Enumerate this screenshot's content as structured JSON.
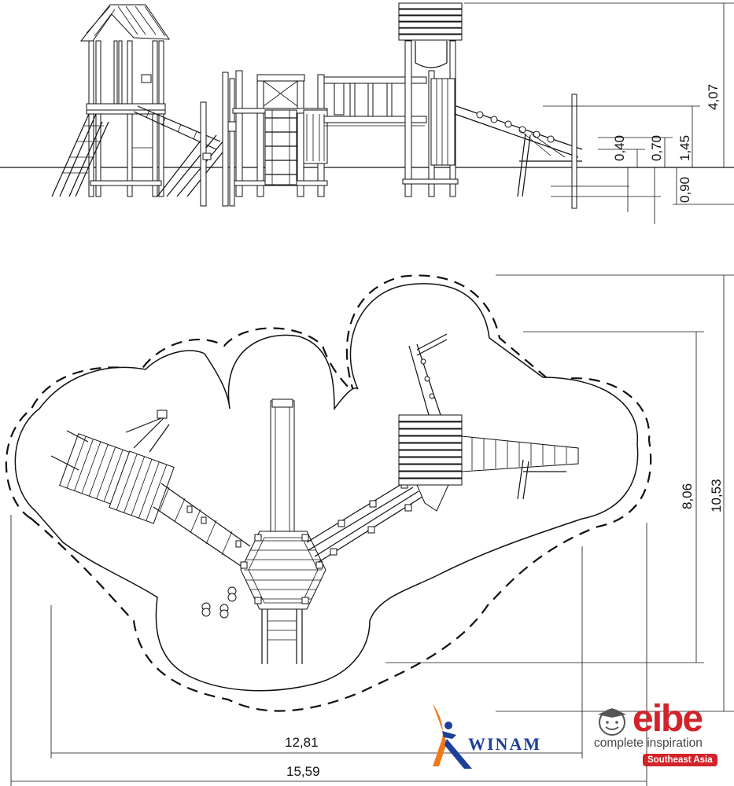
{
  "elevation": {
    "dims_right": [
      "4,07",
      "1,45",
      "0,70",
      "0,40",
      "0,90"
    ]
  },
  "plan": {
    "dim_height_inner": "8,06",
    "dim_height_outer": "10,53",
    "dim_width_inner": "12,81",
    "dim_width_outer": "15,59"
  },
  "logos": {
    "winam": {
      "word": "WINAM",
      "colors": {
        "blue": "#1e3f9a",
        "orange": "#f07a1a"
      }
    },
    "eibe": {
      "word": "eibe",
      "tagline": "complete inspiration",
      "badge": "Southeast Asia",
      "colors": {
        "red": "#d2232a",
        "gray": "#555555"
      }
    }
  }
}
